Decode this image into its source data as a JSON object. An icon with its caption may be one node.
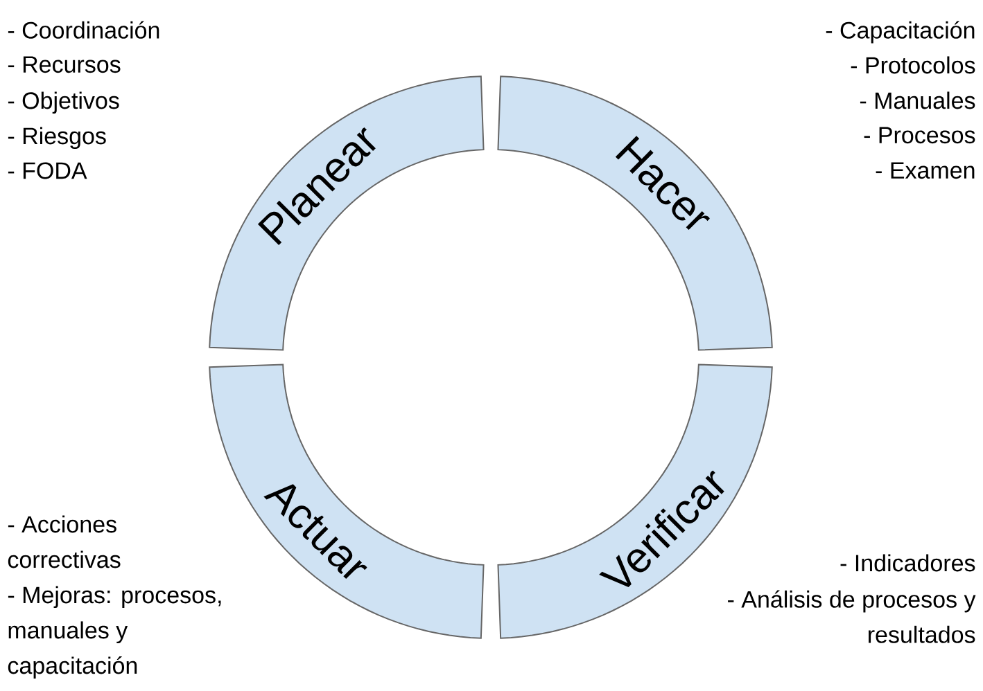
{
  "diagram": {
    "nodes": [
      {
        "text": [
          "Planear"
        ],
        "beside": [
          "- Coordinación",
          "- Recursos",
          "- Objetivos",
          "- Riesgos",
          "- FODA"
        ]
      },
      {
        "text": [
          "Hacer"
        ],
        "beside": [
          "- Capacitación",
          "- Protocolos",
          "- Manuales",
          "- Procesos",
          "- Examen"
        ]
      },
      {
        "text": [
          "Actuar"
        ],
        "beside": [
          "- Acciones correctivas",
          "- Mejoras: procesos, manuales y capacitación"
        ]
      },
      {
        "text": [
          "Verificar"
        ],
        "beside": [
          "- Indicadores",
          "- Análisis de procesos y resultados"
        ]
      }
    ]
  }
}
